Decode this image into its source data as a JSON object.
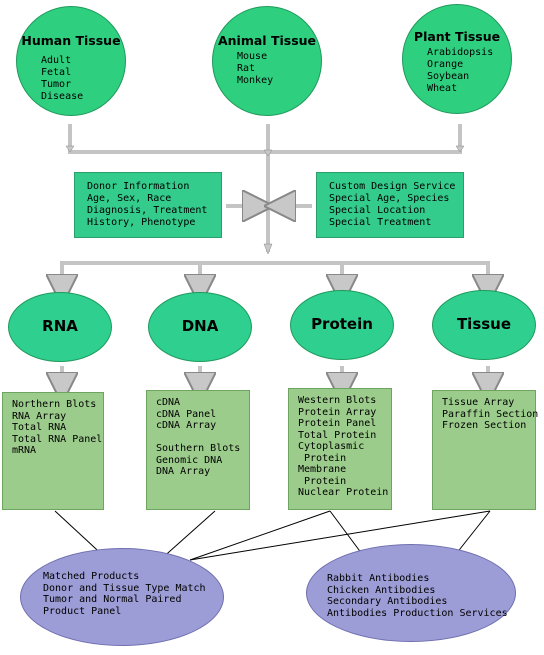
{
  "tissues": {
    "human": {
      "title": "Human Tissue",
      "items": [
        "Adult",
        "Fetal",
        "Tumor",
        "Disease"
      ]
    },
    "animal": {
      "title": "Animal Tissue",
      "items": [
        "Mouse",
        "Rat",
        "Monkey"
      ]
    },
    "plant": {
      "title": "Plant Tissue",
      "items": [
        "Arabidopsis",
        "Orange",
        "Soybean",
        "Wheat"
      ]
    }
  },
  "donor_info": [
    "Donor Information",
    "Age, Sex, Race",
    "Diagnosis, Treatment",
    "History, Phenotype"
  ],
  "custom_design": [
    "Custom Design Service",
    "Special Age, Species",
    "Special Location",
    "Special Treatment"
  ],
  "categories": {
    "rna": {
      "title": "RNA",
      "items": [
        "Northern Blots",
        "RNA Array",
        "Total RNA",
        "Total RNA Panel",
        "mRNA"
      ]
    },
    "dna": {
      "title": "DNA",
      "items": [
        "cDNA",
        "cDNA Panel",
        "cDNA Array",
        "",
        "Southern Blots",
        "Genomic DNA",
        "DNA Array"
      ]
    },
    "protein": {
      "title": "Protein",
      "items": [
        "Western Blots",
        "Protein Array",
        "Protein Panel",
        "Total Protein",
        "Cytoplasmic",
        " Protein",
        "Membrane",
        " Protein",
        "Nuclear Protein"
      ]
    },
    "tissue": {
      "title": "Tissue",
      "items": [
        "Tissue Array",
        "Paraffin Section",
        "Frozen Section"
      ]
    }
  },
  "matched_products": [
    "Matched Products",
    "Donor and Tissue Type Match",
    "Tumor and Normal Paired",
    "Product Panel"
  ],
  "antibodies": [
    "Rabbit Antibodies",
    "Chicken Antibodies",
    "Secondary Antibodies",
    "Antibodies Production Services"
  ],
  "colors": {
    "green": "#2ecf7f",
    "info_box": "#33cc8c",
    "category_box": "#9ccc8c",
    "purple": "#9c9cd6",
    "connector": "#c0c0c0"
  }
}
